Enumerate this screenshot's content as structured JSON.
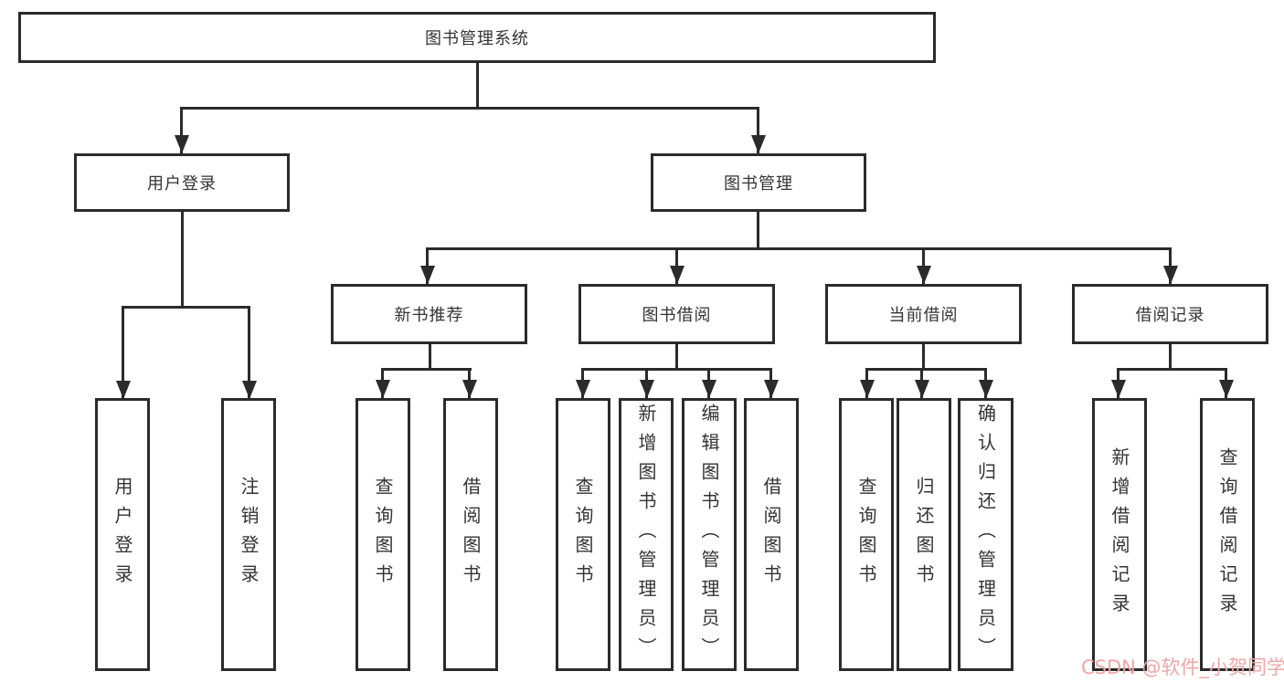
{
  "diagram_title": "图书管理系统",
  "colors": {
    "line": "#2b2b2b",
    "text": "#333333",
    "background": "#ffffff",
    "watermark": "#f0a6a6"
  },
  "tree": {
    "root": {
      "label": "图书管理系统"
    },
    "branches": [
      {
        "label": "用户登录",
        "children": [
          {
            "label": "用户登录"
          },
          {
            "label": "注销登录"
          }
        ]
      },
      {
        "label": "图书管理",
        "children": [
          {
            "label": "新书推荐",
            "children": [
              {
                "label": "查询图书"
              },
              {
                "label": "借阅图书"
              }
            ]
          },
          {
            "label": "图书借阅",
            "children": [
              {
                "label": "查询图书"
              },
              {
                "label": "新增图书（管理员）"
              },
              {
                "label": "编辑图书（管理员）"
              },
              {
                "label": "借阅图书"
              }
            ]
          },
          {
            "label": "当前借阅",
            "children": [
              {
                "label": "查询图书"
              },
              {
                "label": "归还图书"
              },
              {
                "label": "确认归还（管理员）"
              }
            ]
          },
          {
            "label": "借阅记录",
            "children": [
              {
                "label": "新增借阅记录"
              },
              {
                "label": "查询借阅记录"
              }
            ]
          }
        ]
      }
    ]
  },
  "watermark": {
    "text": "CSDN @软件_小贺同学"
  }
}
